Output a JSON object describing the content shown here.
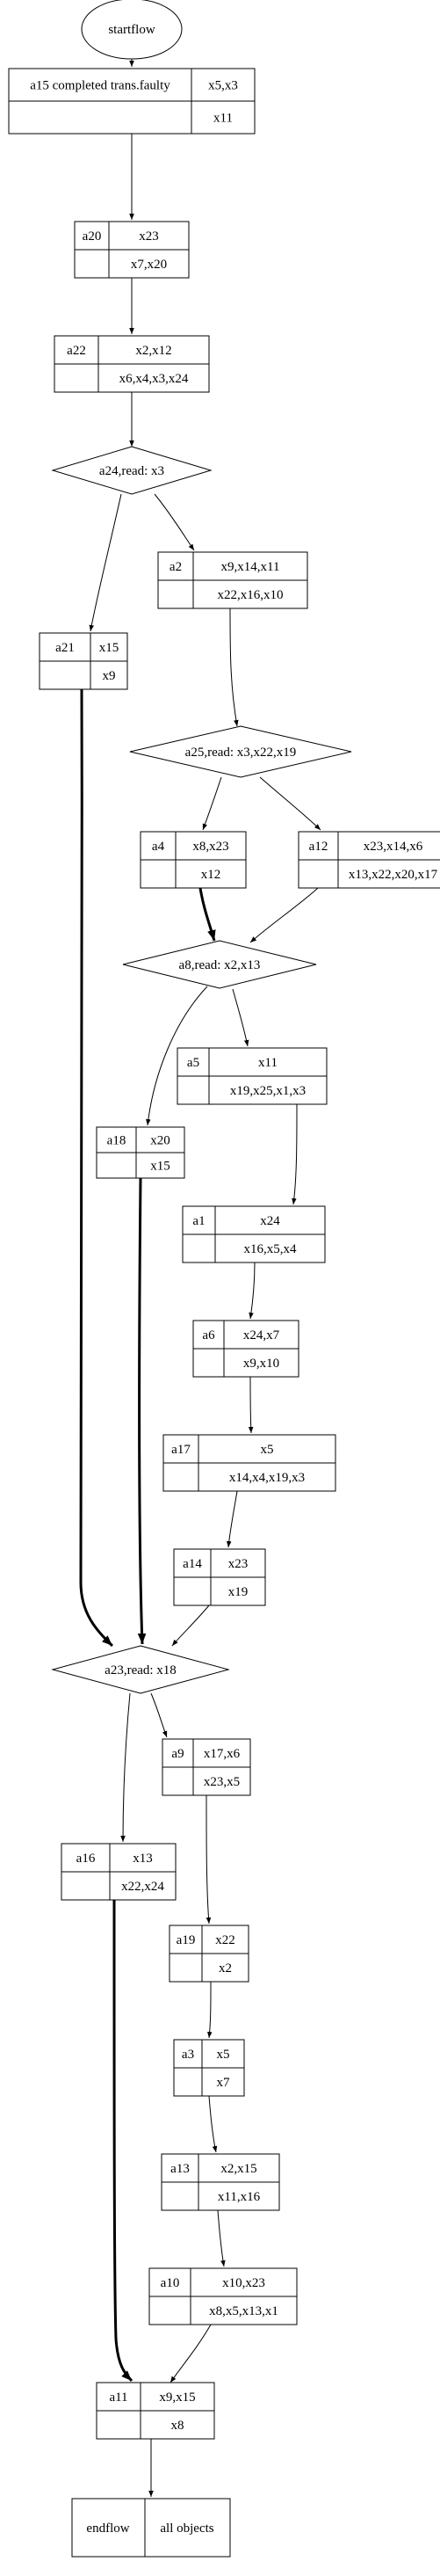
{
  "diagram": {
    "start": "startflow",
    "decisions": {
      "a24": "a24,read: x3",
      "a25": "a25,read: x3,x22,x19",
      "a8": "a8,read: x2,x13",
      "a23": "a23,read: x18"
    },
    "nodes": {
      "a15": {
        "name": "a15 completed trans.faulty",
        "top": "x5,x3",
        "bottom": "x11"
      },
      "a20": {
        "name": "a20",
        "top": "x23",
        "bottom": "x7,x20"
      },
      "a22": {
        "name": "a22",
        "top": "x2,x12",
        "bottom": "x6,x4,x3,x24"
      },
      "a2": {
        "name": "a2",
        "top": "x9,x14,x11",
        "bottom": "x22,x16,x10"
      },
      "a21": {
        "name": "a21",
        "top": "x15",
        "bottom": "x9"
      },
      "a4": {
        "name": "a4",
        "top": "x8,x23",
        "bottom": "x12"
      },
      "a12": {
        "name": "a12",
        "top": "x23,x14,x6",
        "bottom": "x13,x22,x20,x17"
      },
      "a5": {
        "name": "a5",
        "top": "x11",
        "bottom": "x19,x25,x1,x3"
      },
      "a18": {
        "name": "a18",
        "top": "x20",
        "bottom": "x15"
      },
      "a1": {
        "name": "a1",
        "top": "x24",
        "bottom": "x16,x5,x4"
      },
      "a6": {
        "name": "a6",
        "top": "x24,x7",
        "bottom": "x9,x10"
      },
      "a17": {
        "name": "a17",
        "top": "x5",
        "bottom": "x14,x4,x19,x3"
      },
      "a14": {
        "name": "a14",
        "top": "x23",
        "bottom": "x19"
      },
      "a9": {
        "name": "a9",
        "top": "x17,x6",
        "bottom": "x23,x5"
      },
      "a16": {
        "name": "a16",
        "top": "x13",
        "bottom": "x22,x24"
      },
      "a19": {
        "name": "a19",
        "top": "x22",
        "bottom": "x2"
      },
      "a3": {
        "name": "a3",
        "top": "x5",
        "bottom": "x7"
      },
      "a13": {
        "name": "a13",
        "top": "x2,x15",
        "bottom": "x11,x16"
      },
      "a10": {
        "name": "a10",
        "top": "x10,x23",
        "bottom": "x8,x5,x13,x1"
      },
      "a11": {
        "name": "a11",
        "top": "x9,x15",
        "bottom": "x8"
      }
    },
    "end": {
      "name": "endflow",
      "label": "all objects"
    }
  }
}
